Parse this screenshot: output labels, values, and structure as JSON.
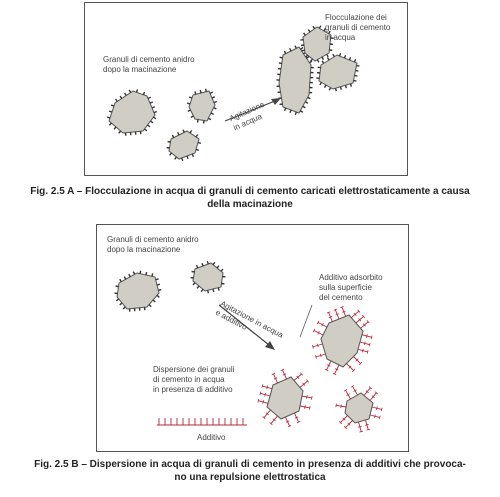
{
  "figure_a": {
    "label_anhydrous": "Granuli di cemento anidro\ndopo la macinazione",
    "label_flocculation": "Flocculazione dei\ngranuli di cemento\nin acqua",
    "label_agitation": "Agitazione\nin acqua",
    "caption": "Fig. 2.5 A – Flocculazione in acqua di granuli di cemento caricati elettrostaticamente a causa\ndella macinazione"
  },
  "figure_b": {
    "label_anhydrous": "Granuli di cemento anidro\ndopo la macinazione",
    "label_adsorbed": "Additivo adsorbito\nsulla superficie\ndel cemento",
    "label_agitation": "Agitazione in acqua\ne additivo",
    "label_dispersion": "Dispersione dei granuli\ndi cemento in acqua\nin presenza di additivo",
    "label_additive": "Additivo",
    "caption": "Fig. 2.5 B – Dispersione in acqua di granuli di cemento in presenza di additivi che provoca-\nno una repulsione elettrostatica"
  },
  "colors": {
    "grain_fill": "#cfcdc4",
    "grain_stroke": "#555555",
    "additive": "#b8283a",
    "frame": "#555555"
  }
}
